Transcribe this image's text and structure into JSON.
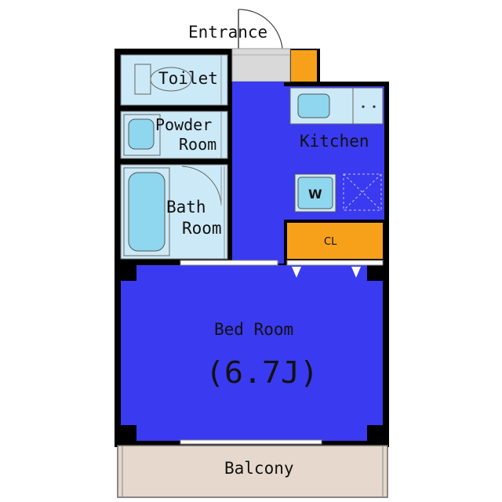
{
  "labels": {
    "entrance": "Entrance",
    "toilet": "Toilet",
    "powder_room_line1": "Powder",
    "powder_room_line2": "Room",
    "bath_room_line1": "Bath",
    "bath_room_line2": "Room",
    "kitchen": "Kitchen",
    "washer": "W",
    "closet": "CL",
    "bed_room": "Bed Room",
    "bed_room_size": "(6.7J)",
    "balcony": "Balcony"
  },
  "colors": {
    "wall": "#000000",
    "room_blue": "#3a3af0",
    "wet_area": "#cce9f7",
    "fixture_blue": "#8fd6ef",
    "closet_orange": "#f7a11a",
    "balcony": "#e6d8cc",
    "entrance_floor": "#d9d9d9"
  }
}
